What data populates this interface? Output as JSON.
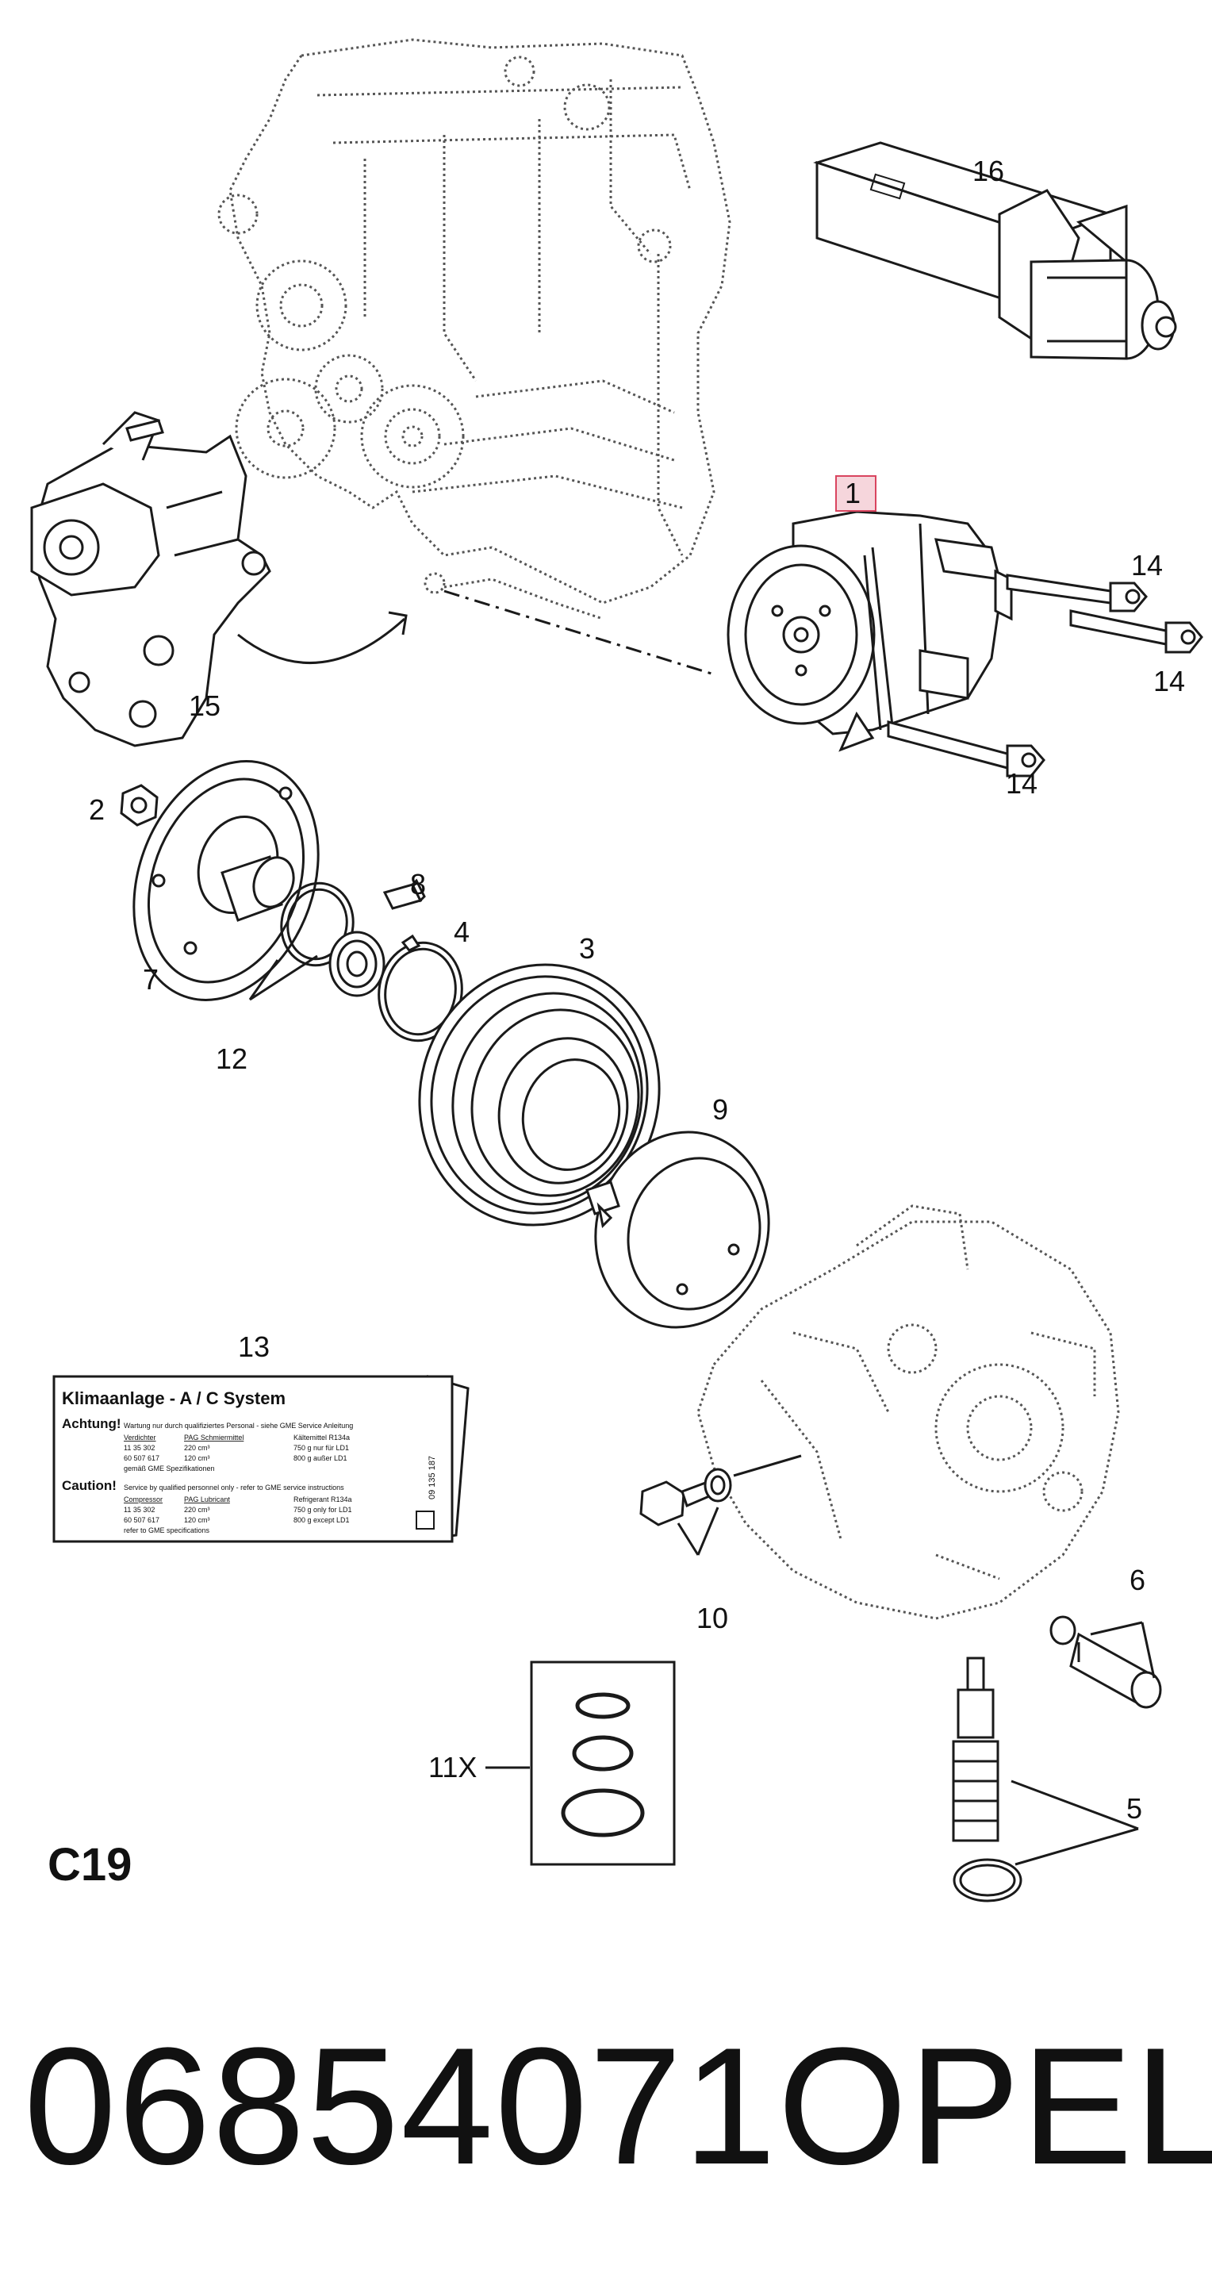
{
  "diagram": {
    "callouts": {
      "c1": "1",
      "c2": "2",
      "c3": "3",
      "c4": "4",
      "c5": "5",
      "c6": "6",
      "c7": "7",
      "c8": "8",
      "c9": "9",
      "c10": "10",
      "c11": "11X",
      "c12": "12",
      "c13": "13",
      "c14a": "14",
      "c14b": "14",
      "c14c": "14",
      "c15": "15",
      "c16": "16"
    },
    "section_code": "C19",
    "label_card": {
      "title": "Klimaanlage - A / C System",
      "achtung_heading": "Achtung!",
      "achtung_text": "Wartung nur durch qualifiziertes Personal - siehe GME Service Anleitung",
      "col1_head": "Verdichter",
      "col2_head": "PAG Schmiermittel",
      "col3_head": "Kältemittel R134a",
      "row1": [
        "11 35 302",
        "220 cm³",
        "750 g nur für LD1"
      ],
      "row2": [
        "60 507 617",
        "120 cm³",
        "800 g außer LD1"
      ],
      "row3": "gemäß GME Spezifikationen",
      "caution_heading": "Caution!",
      "caution_text": "Service by qualified personnel only - refer to GME service instructions",
      "col1_head_en": "Compressor",
      "col2_head_en": "PAG Lubricant",
      "col3_head_en": "Refrigerant R134a",
      "row4": [
        "11 35 302",
        "220 cm³",
        "750 g only for LD1"
      ],
      "row5": [
        "60 507 617",
        "120 cm³",
        "800 g except LD1"
      ],
      "row6": "refer to GME specifications",
      "side_number": "09 135 187"
    }
  },
  "footer": {
    "part_number": "06854071",
    "brand": "OPEL"
  },
  "colors": {
    "line": "#1a1a1a",
    "dotted": "#555555",
    "highlight_fill": "#f6d6dc",
    "highlight_border": "#d9455f"
  }
}
